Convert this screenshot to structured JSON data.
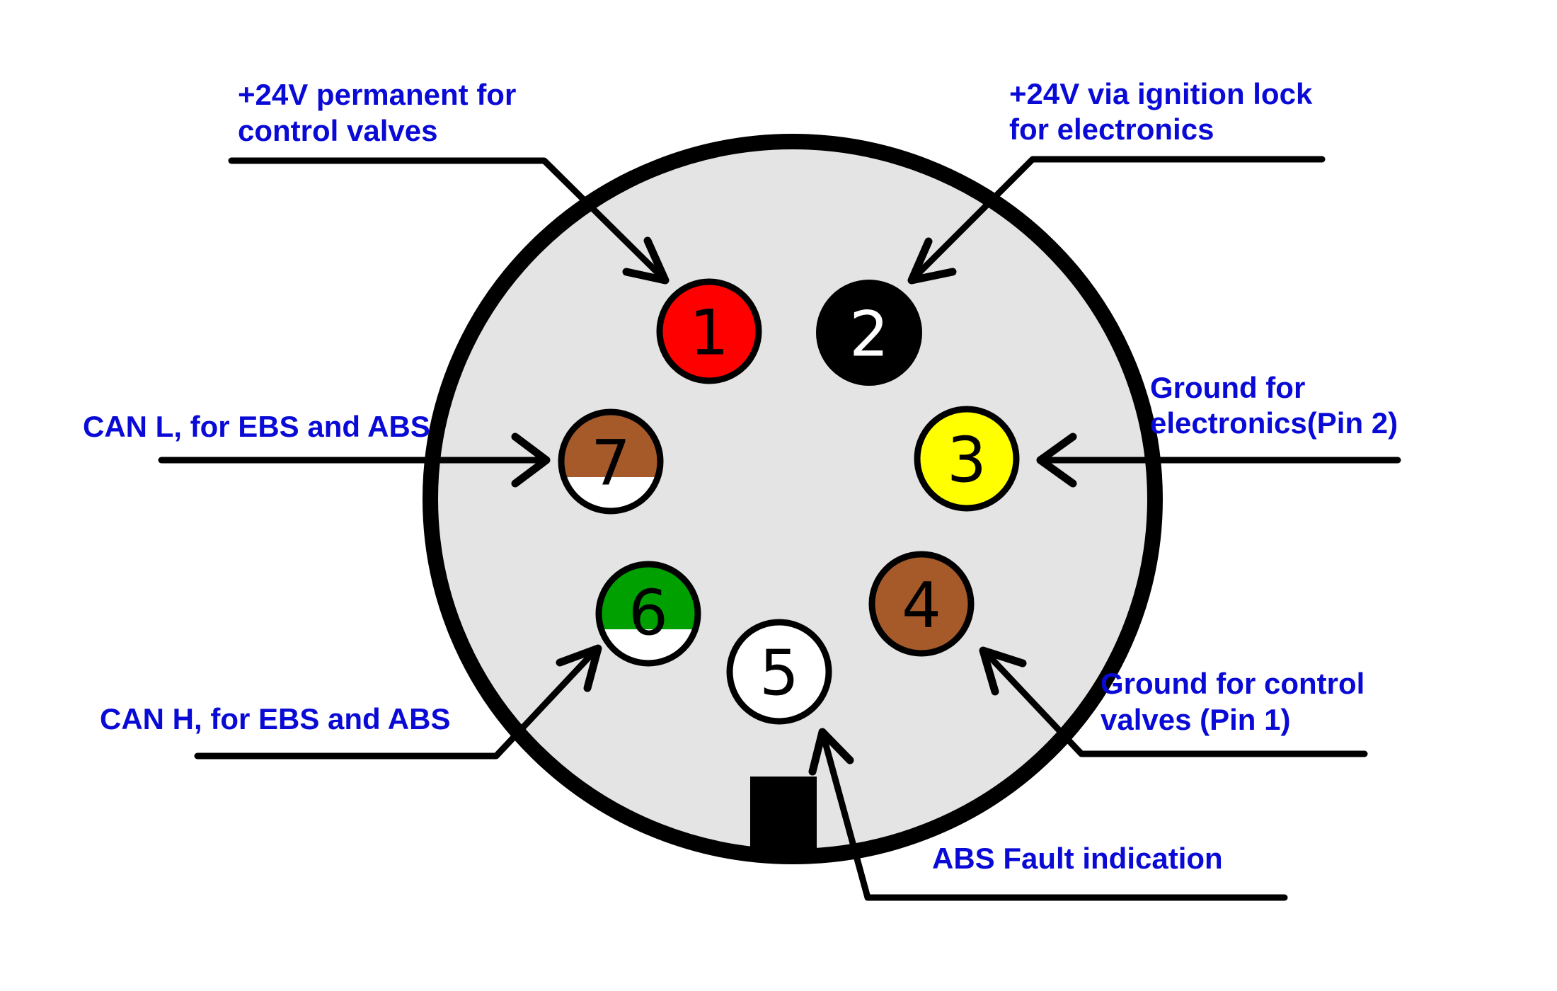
{
  "title": "7-pin EBS/ABS trailer connector pinout",
  "colors": {
    "label_text": "#0a0ad6",
    "connector_fill": "#e4e4e4",
    "connector_outline": "#000000"
  },
  "pins": [
    {
      "number": "1",
      "fill": "#ff0000",
      "stripe": null,
      "text_color": "#000000",
      "label": [
        "+24V permanent for",
        "control valves"
      ]
    },
    {
      "number": "2",
      "fill": "#000000",
      "stripe": null,
      "text_color": "#ffffff",
      "label": [
        "+24V via ignition lock",
        "for electronics"
      ]
    },
    {
      "number": "3",
      "fill": "#ffff00",
      "stripe": null,
      "text_color": "#000000",
      "label": [
        "Ground for",
        "electronics(Pin 2)"
      ]
    },
    {
      "number": "4",
      "fill": "#a65a2a",
      "stripe": null,
      "text_color": "#000000",
      "label": [
        "Ground for control",
        "valves (Pin 1)"
      ]
    },
    {
      "number": "5",
      "fill": "#ffffff",
      "stripe": null,
      "text_color": "#000000",
      "label": [
        "ABS Fault indication"
      ]
    },
    {
      "number": "6",
      "fill": "#00a000",
      "stripe": "#ffffff",
      "text_color": "#000000",
      "label": [
        "CAN H, for EBS and ABS"
      ]
    },
    {
      "number": "7",
      "fill": "#a65a2a",
      "stripe": "#ffffff",
      "text_color": "#000000",
      "label": [
        "CAN L, for EBS and ABS"
      ]
    }
  ]
}
